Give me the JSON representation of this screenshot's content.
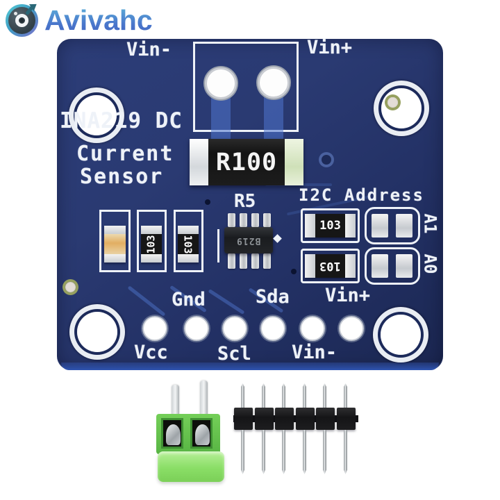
{
  "watermark": {
    "brand": "Avivahc"
  },
  "board": {
    "top_labels": {
      "vin_minus": "Vin-",
      "vin_plus": "Vin+"
    },
    "title": {
      "line1": "INA219 DC",
      "line2": "Current",
      "line3": "Sensor"
    },
    "shunt": {
      "value": "R100",
      "ref": "R5"
    },
    "i2c": {
      "heading": "I2C Address",
      "a1": "A1",
      "a0": "A0"
    },
    "smd": {
      "code": "103"
    },
    "ic": {
      "marking": "B219"
    },
    "pin_labels_top": [
      "Gnd",
      "Sda",
      "Vin+"
    ],
    "pin_labels_bottom": [
      "Vcc",
      "Scl",
      "Vin-"
    ],
    "colors": {
      "pcb_blue": "#2a3a72",
      "silkscreen": "#ffffff",
      "terminal_green": "#86d862",
      "brand_blue": "#4a77cc",
      "shunt_body": "#161616"
    }
  }
}
